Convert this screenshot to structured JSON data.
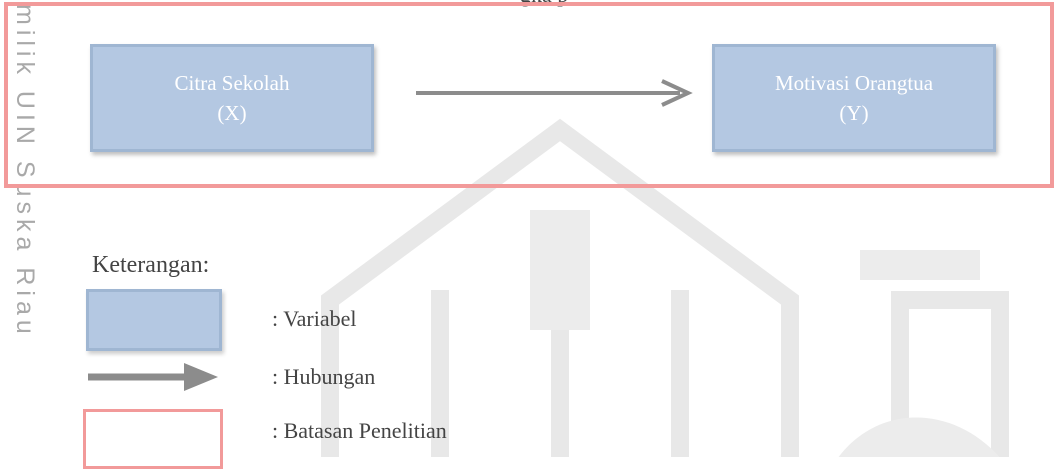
{
  "watermark_text": "milik UIN Suska Riau",
  "top_fragment": "gka     p",
  "diagram": {
    "variable_x": {
      "name": "Citra Sekolah",
      "symbol": "(X)"
    },
    "variable_y": {
      "name": "Motivasi Orangtua",
      "symbol": "(Y)"
    }
  },
  "legend": {
    "title": "Keterangan:",
    "items": [
      {
        "kind": "variable-box",
        "label": ": Variabel"
      },
      {
        "kind": "arrow",
        "label": ": Hubungan"
      },
      {
        "kind": "boundary-box",
        "label": ": Batasan Penelitian"
      }
    ]
  },
  "colors": {
    "box_fill": "#b4c8e2",
    "box_border": "#9fb6d2",
    "arrow": "#8c8c8c",
    "boundary": "#f29a9a",
    "watermark": "#e6e6e6"
  }
}
